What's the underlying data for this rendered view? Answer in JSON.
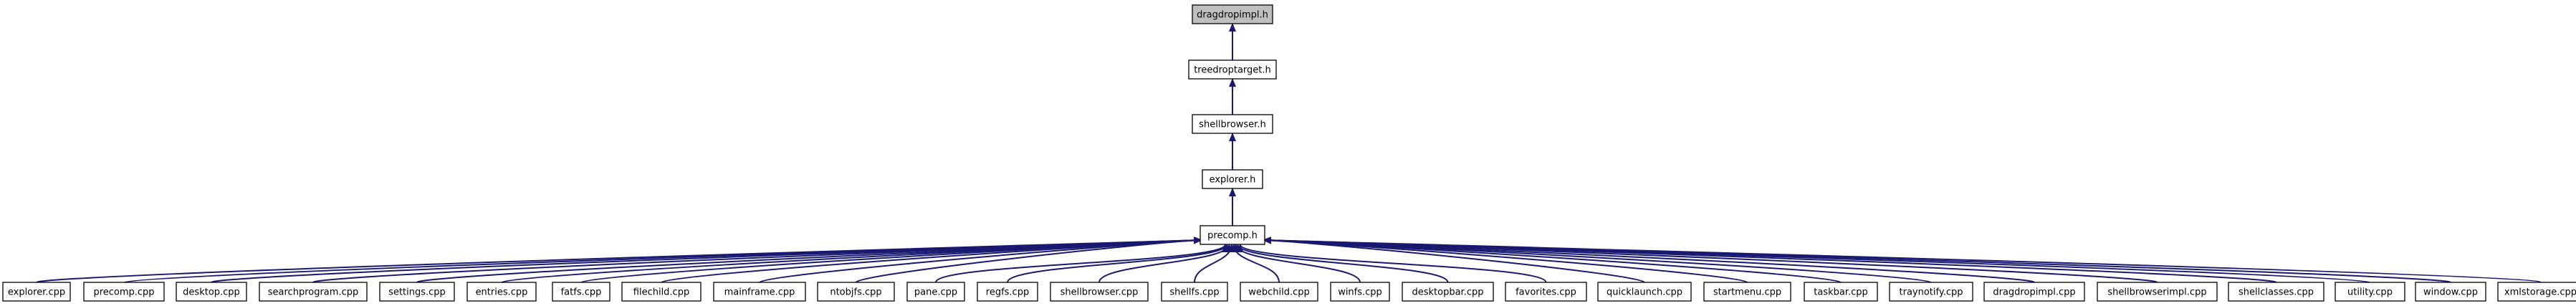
{
  "colors": {
    "edge": "#191970",
    "node_border": "#000000",
    "node_fill": "#ffffff",
    "root_fill": "#bfbfbf",
    "text": "#000000"
  },
  "nodes": [
    {
      "id": "dragdropimpl_h",
      "label": "dragdropimpl.h",
      "root": true
    },
    {
      "id": "treedroptarget_h",
      "label": "treedroptarget.h"
    },
    {
      "id": "shellbrowser_h",
      "label": "shellbrowser.h"
    },
    {
      "id": "explorer_h",
      "label": "explorer.h"
    },
    {
      "id": "precomp_h",
      "label": "precomp.h"
    },
    {
      "id": "explorer_cpp",
      "label": "explorer.cpp"
    },
    {
      "id": "precomp_cpp",
      "label": "precomp.cpp"
    },
    {
      "id": "desktop_cpp",
      "label": "desktop.cpp"
    },
    {
      "id": "searchprogram_cpp",
      "label": "searchprogram.cpp"
    },
    {
      "id": "settings_cpp",
      "label": "settings.cpp"
    },
    {
      "id": "entries_cpp",
      "label": "entries.cpp"
    },
    {
      "id": "fatfs_cpp",
      "label": "fatfs.cpp"
    },
    {
      "id": "filechild_cpp",
      "label": "filechild.cpp"
    },
    {
      "id": "mainframe_cpp",
      "label": "mainframe.cpp"
    },
    {
      "id": "ntobjfs_cpp",
      "label": "ntobjfs.cpp"
    },
    {
      "id": "pane_cpp",
      "label": "pane.cpp"
    },
    {
      "id": "regfs_cpp",
      "label": "regfs.cpp"
    },
    {
      "id": "shellbrowser_cpp",
      "label": "shellbrowser.cpp"
    },
    {
      "id": "shellfs_cpp",
      "label": "shellfs.cpp"
    },
    {
      "id": "webchild_cpp",
      "label": "webchild.cpp"
    },
    {
      "id": "winfs_cpp",
      "label": "winfs.cpp"
    },
    {
      "id": "desktopbar_cpp",
      "label": "desktopbar.cpp"
    },
    {
      "id": "favorites_cpp",
      "label": "favorites.cpp"
    },
    {
      "id": "quicklaunch_cpp",
      "label": "quicklaunch.cpp"
    },
    {
      "id": "startmenu_cpp",
      "label": "startmenu.cpp"
    },
    {
      "id": "taskbar_cpp",
      "label": "taskbar.cpp"
    },
    {
      "id": "traynotify_cpp",
      "label": "traynotify.cpp"
    },
    {
      "id": "dragdropimpl_cpp",
      "label": "dragdropimpl.cpp"
    },
    {
      "id": "shellbrowserimpl_cpp",
      "label": "shellbrowserimpl.cpp"
    },
    {
      "id": "shellclasses_cpp",
      "label": "shellclasses.cpp"
    },
    {
      "id": "utility_cpp",
      "label": "utility.cpp"
    },
    {
      "id": "window_cpp",
      "label": "window.cpp"
    },
    {
      "id": "xmlstorage_cpp",
      "label": "xmlstorage.cpp"
    }
  ],
  "edges": [
    {
      "from": "treedroptarget_h",
      "to": "dragdropimpl_h"
    },
    {
      "from": "shellbrowser_h",
      "to": "treedroptarget_h"
    },
    {
      "from": "explorer_h",
      "to": "shellbrowser_h"
    },
    {
      "from": "precomp_h",
      "to": "explorer_h"
    },
    {
      "from": "explorer_cpp",
      "to": "precomp_h"
    },
    {
      "from": "precomp_cpp",
      "to": "precomp_h"
    },
    {
      "from": "desktop_cpp",
      "to": "precomp_h"
    },
    {
      "from": "searchprogram_cpp",
      "to": "precomp_h"
    },
    {
      "from": "settings_cpp",
      "to": "precomp_h"
    },
    {
      "from": "entries_cpp",
      "to": "precomp_h"
    },
    {
      "from": "fatfs_cpp",
      "to": "precomp_h"
    },
    {
      "from": "filechild_cpp",
      "to": "precomp_h"
    },
    {
      "from": "mainframe_cpp",
      "to": "precomp_h"
    },
    {
      "from": "ntobjfs_cpp",
      "to": "precomp_h"
    },
    {
      "from": "pane_cpp",
      "to": "precomp_h"
    },
    {
      "from": "regfs_cpp",
      "to": "precomp_h"
    },
    {
      "from": "shellbrowser_cpp",
      "to": "precomp_h"
    },
    {
      "from": "shellfs_cpp",
      "to": "precomp_h"
    },
    {
      "from": "webchild_cpp",
      "to": "precomp_h"
    },
    {
      "from": "winfs_cpp",
      "to": "precomp_h"
    },
    {
      "from": "desktopbar_cpp",
      "to": "precomp_h"
    },
    {
      "from": "favorites_cpp",
      "to": "precomp_h"
    },
    {
      "from": "quicklaunch_cpp",
      "to": "precomp_h"
    },
    {
      "from": "startmenu_cpp",
      "to": "precomp_h"
    },
    {
      "from": "taskbar_cpp",
      "to": "precomp_h"
    },
    {
      "from": "traynotify_cpp",
      "to": "precomp_h"
    },
    {
      "from": "dragdropimpl_cpp",
      "to": "precomp_h"
    },
    {
      "from": "shellbrowserimpl_cpp",
      "to": "precomp_h"
    },
    {
      "from": "shellclasses_cpp",
      "to": "precomp_h"
    },
    {
      "from": "utility_cpp",
      "to": "precomp_h"
    },
    {
      "from": "window_cpp",
      "to": "precomp_h"
    },
    {
      "from": "xmlstorage_cpp",
      "to": "precomp_h"
    }
  ]
}
